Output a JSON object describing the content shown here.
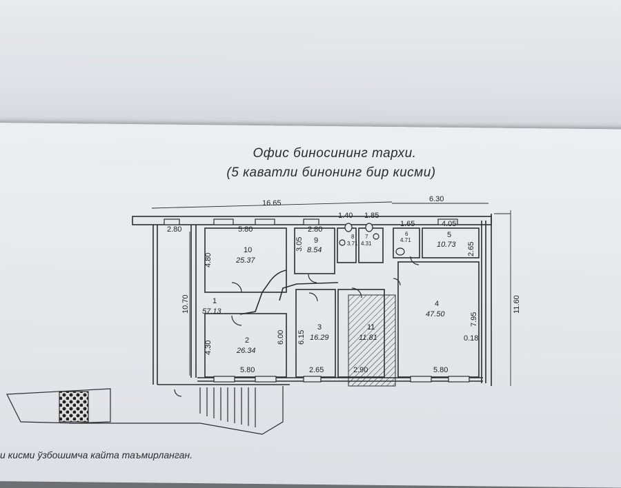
{
  "title": {
    "line1": "Офис биносининг тархи.",
    "line2": "(5 каватли бинонинг бир кисми)"
  },
  "footer": "и кисми ўзбошимча кайта таъмирланган.",
  "dimensions": {
    "total_width": "16.65",
    "right_width": "6.30",
    "left_room_w": "2.80",
    "room10_w": "5.80",
    "room9_w": "2.80",
    "wc8_w": "1.40",
    "wc7_w": "1.85",
    "room6_w": "1.65",
    "room5_w": "4.05",
    "room10_h": "4.80",
    "room9_h": "3.05",
    "room5_h": "2.65",
    "overall_h_left": "10.70",
    "overall_h_right": "11.60",
    "room2_h": "4.30",
    "room2_h_right": "6.00",
    "room3_h": "6.15",
    "room4_h": "7.95",
    "room4_wall": "0.18",
    "room2_w": "5.80",
    "room3_w": "2.65",
    "room11_w": "2.90",
    "room4_w": "5.80"
  },
  "rooms": [
    {
      "num": "10",
      "area": "25.37"
    },
    {
      "num": "9",
      "area": "8.54"
    },
    {
      "num": "8",
      "area": "3.71"
    },
    {
      "num": "7",
      "area": "4.31"
    },
    {
      "num": "6",
      "area": "4.71"
    },
    {
      "num": "5",
      "area": "10.73"
    },
    {
      "num": "1",
      "area": "57.13"
    },
    {
      "num": "2",
      "area": "26.34"
    },
    {
      "num": "3",
      "area": "16.29"
    },
    {
      "num": "11",
      "area": "11.81"
    },
    {
      "num": "4",
      "area": "47.50"
    }
  ],
  "colors": {
    "ink": "#2b2d31",
    "paper": "#e6e8eb"
  }
}
